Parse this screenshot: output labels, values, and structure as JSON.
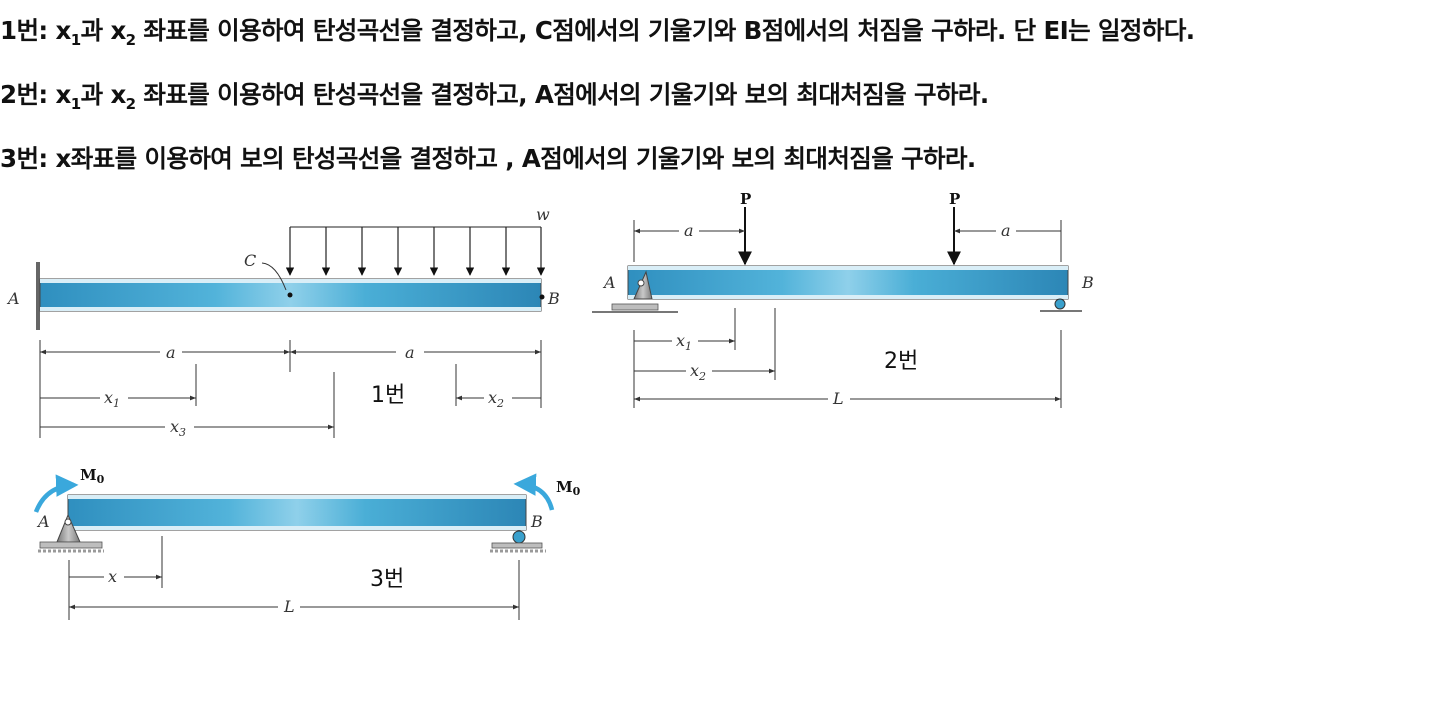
{
  "questions": {
    "q1": {
      "prefix": "1번: ",
      "x": "x",
      "sub1": "1",
      "mid1": "과 ",
      "sub2": "2",
      "rest": " 좌표를 이용하여 탄성곡선을 결정하고, C점에서의 기울기와 B점에서의 처짐을 구하라. 단 EI는 일정하다."
    },
    "q2": {
      "prefix": "2번: ",
      "x": "x",
      "sub1": "1",
      "mid1": "과 ",
      "sub2": "2",
      "rest": " 좌표를 이용하여 탄성곡선을 결정하고, A점에서의 기울기와 보의 최대처짐을 구하라."
    },
    "q3": {
      "text": "3번: x좌표를 이용하여 보의 탄성곡선을 결정하고 , A점에서의 기울기와 보의 최대처짐을 구하라."
    }
  },
  "figure1": {
    "label_A": "A",
    "label_B": "B",
    "label_C": "C",
    "label_w": "w",
    "dim_a1": "a",
    "dim_a2": "a",
    "x1": "x",
    "x1_sub": "1",
    "x2": "x",
    "x2_sub": "2",
    "x3": "x",
    "x3_sub": "3",
    "caption": "1번",
    "beam_color": "#3aa0cc"
  },
  "figure2": {
    "label_A": "A",
    "label_B": "B",
    "load1": "P",
    "load2": "P",
    "dim_a1": "a",
    "dim_a2": "a",
    "x1": "x",
    "x1_sub": "1",
    "x2": "x",
    "x2_sub": "2",
    "dim_L": "L",
    "caption": "2번"
  },
  "figure3": {
    "label_A": "A",
    "label_B": "B",
    "moment_left": "M",
    "moment_left_sub": "0",
    "moment_right": "M",
    "moment_right_sub": "0",
    "x": "x",
    "dim_L": "L",
    "caption": "3번",
    "moment_color": "#3aa8dc"
  }
}
